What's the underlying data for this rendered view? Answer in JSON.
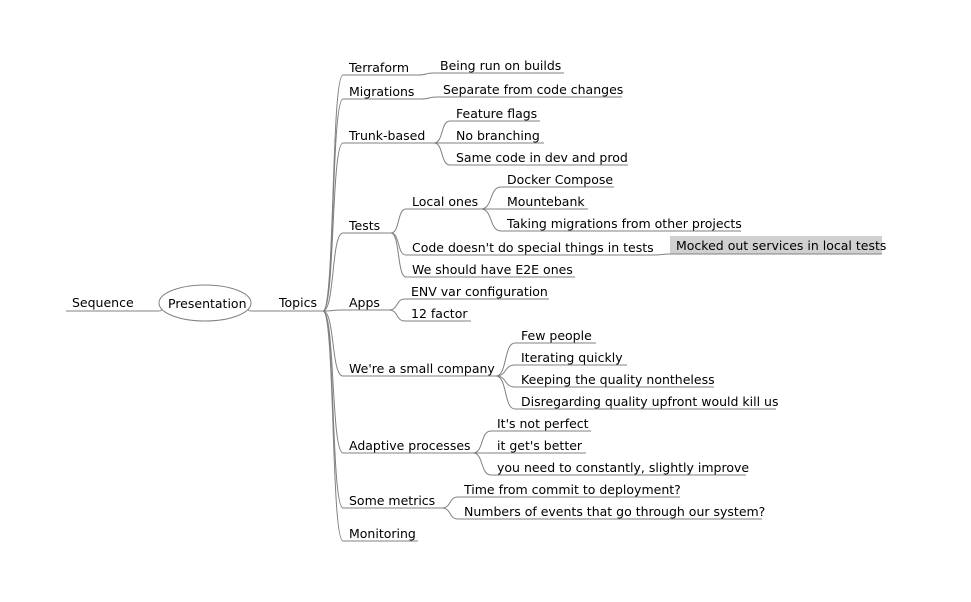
{
  "mindmap": {
    "left_node": "Sequence",
    "central": "Presentation",
    "main": "Topics",
    "topics": [
      {
        "label": "Terraform",
        "children": [
          {
            "label": "Being run on builds"
          }
        ]
      },
      {
        "label": "Migrations",
        "children": [
          {
            "label": "Separate from code changes"
          }
        ]
      },
      {
        "label": "Trunk-based",
        "children": [
          {
            "label": "Feature flags"
          },
          {
            "label": "No branching"
          },
          {
            "label": "Same code in dev and prod"
          }
        ]
      },
      {
        "label": "Tests",
        "children": [
          {
            "label": "Local ones",
            "children": [
              {
                "label": "Docker Compose"
              },
              {
                "label": "Mountebank"
              },
              {
                "label": "Taking migrations from other projects"
              }
            ]
          },
          {
            "label": "Code doesn't do special things in tests",
            "children": [
              {
                "label": "Mocked out services in local tests",
                "highlighted": true
              }
            ]
          },
          {
            "label": "We should have E2E ones"
          }
        ]
      },
      {
        "label": "Apps",
        "children": [
          {
            "label": "ENV var configuration"
          },
          {
            "label": "12 factor"
          }
        ]
      },
      {
        "label": "We're a small company",
        "children": [
          {
            "label": "Few people"
          },
          {
            "label": "Iterating quickly"
          },
          {
            "label": "Keeping the quality nontheless"
          },
          {
            "label": "Disregarding quality upfront would kill us"
          }
        ]
      },
      {
        "label": "Adaptive processes",
        "children": [
          {
            "label": "It's not perfect"
          },
          {
            "label": "it get's better"
          },
          {
            "label": "you need to constantly, slightly improve"
          }
        ]
      },
      {
        "label": "Some metrics",
        "children": [
          {
            "label": "Time from commit to deployment?"
          },
          {
            "label": "Numbers of events that go through our system?"
          }
        ]
      },
      {
        "label": "Monitoring"
      }
    ]
  }
}
